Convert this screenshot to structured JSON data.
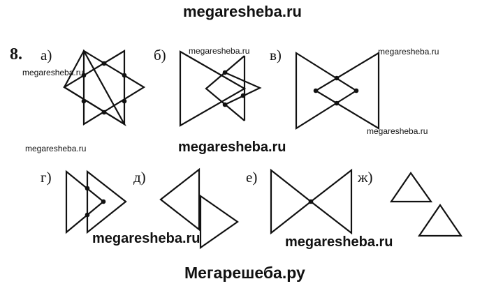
{
  "watermarks": {
    "header": "megaresheba.ru",
    "footer": "Мегарешеба.ру",
    "mid_bold": "megaresheba.ru",
    "bottom_left_bold": "megaresheba.ru",
    "bottom_right_bold": "megaresheba.ru",
    "small_a": "megaresheba.ru",
    "small_b": "megaresheba.ru",
    "small_v_top": "megaresheba.ru",
    "small_v_bottom": "megaresheba.ru",
    "small_left": "megaresheba.ru"
  },
  "exercise": {
    "number": "8.",
    "labels": {
      "a": "а)",
      "b": "б)",
      "v": "в)",
      "g": "г)",
      "d": "д)",
      "e": "е)",
      "zh": "ж)"
    }
  },
  "colors": {
    "ink": "#111111",
    "background": "#ffffff"
  }
}
